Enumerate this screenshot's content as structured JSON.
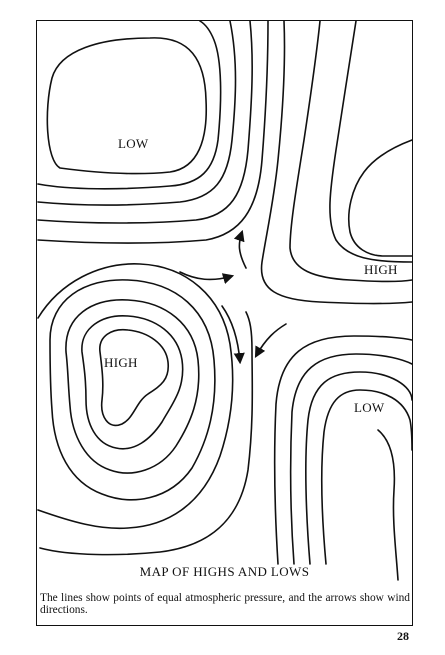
{
  "diagram": {
    "labels": {
      "low_top_left": "LOW",
      "high_right": "HIGH",
      "high_left": "HIGH",
      "low_bottom_right": "LOW"
    },
    "title": "MAP OF HIGHS AND LOWS",
    "caption": "The lines show points of equal atmospheric pressure, and the arrows show wind directions."
  },
  "page": {
    "number": "28"
  },
  "colors": {
    "ink": "#111111",
    "paper": "#ffffff"
  }
}
